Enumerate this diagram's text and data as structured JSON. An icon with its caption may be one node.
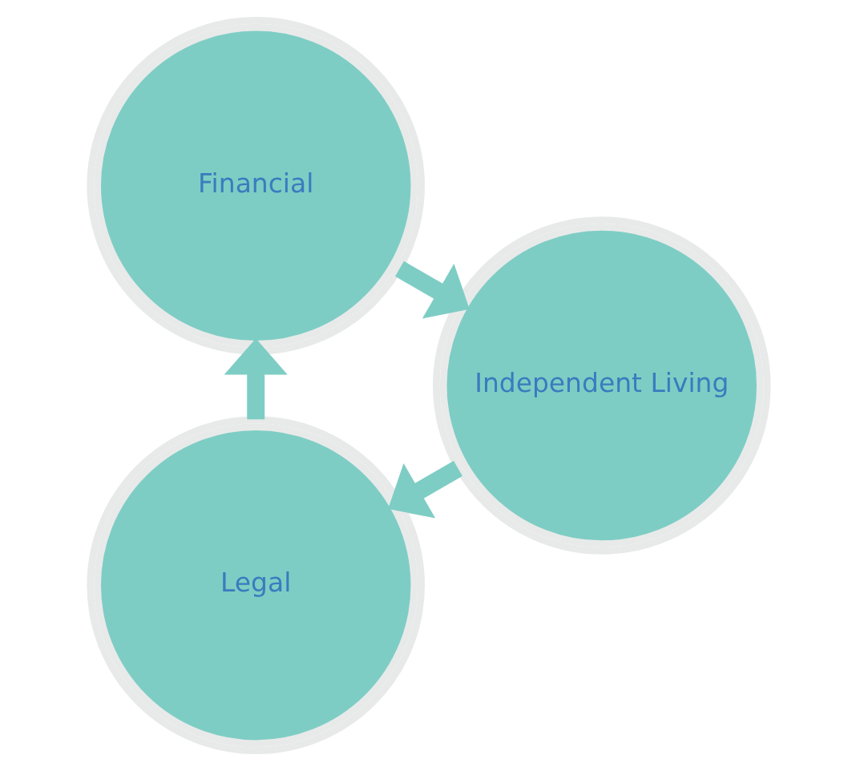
{
  "diagram": {
    "nodes": [
      {
        "text": [
          "Legal"
        ]
      },
      {
        "text": [
          "Financial"
        ]
      },
      {
        "text": [
          "Independent Living"
        ]
      }
    ],
    "edges": [
      {
        "from": 0,
        "to": 1,
        "arrow": "to"
      },
      {
        "from": 1,
        "to": 2,
        "arrow": "to"
      },
      {
        "from": 2,
        "to": 0,
        "arrow": "to"
      }
    ]
  }
}
